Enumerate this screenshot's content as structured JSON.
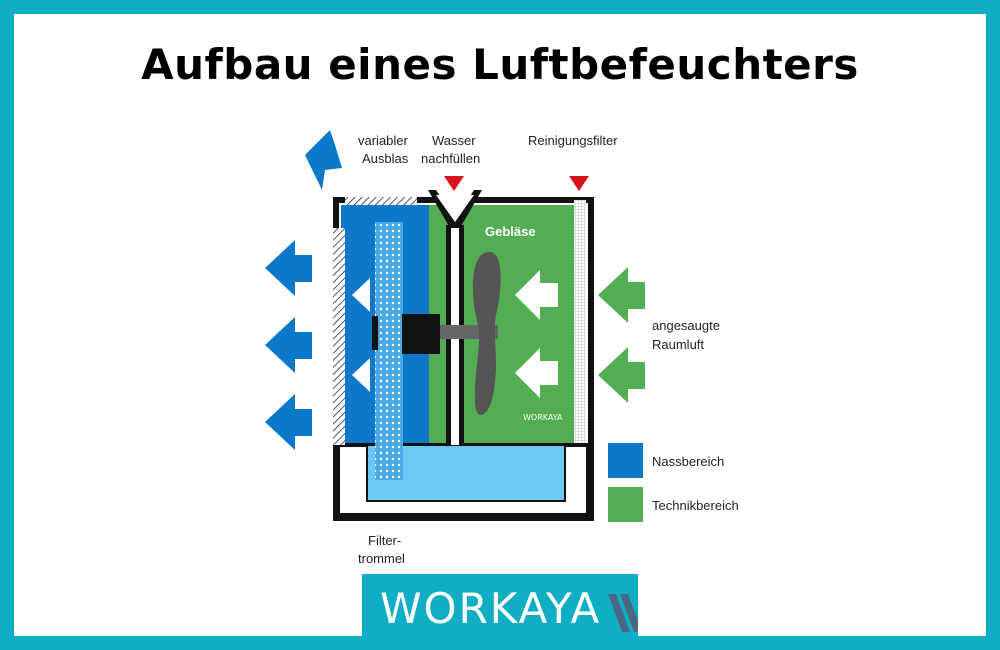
{
  "title": "Aufbau eines Luftbefeuchters",
  "labels": {
    "variabler_ausblas": [
      "variabler",
      "Ausblas"
    ],
    "wasser_nachfuellen": [
      "Wasser",
      "nachfüllen"
    ],
    "reinigungsfilter": "Reinigungsfilter",
    "geblaese": "Gebläse",
    "angesaugte_raumluft": [
      "angesaugte",
      "Raumluft"
    ],
    "filtertrommel": [
      "Filter-",
      "trommel"
    ],
    "watermark": "WORKAYA"
  },
  "legend": [
    {
      "label": "Nassbereich",
      "color": "#0b78c9"
    },
    {
      "label": "Technikbereich",
      "color": "#53ad52"
    }
  ],
  "colors": {
    "frame": "#0fadc3",
    "wet": "#0b78c9",
    "tech": "#53ad52",
    "water": "#6ec8f6",
    "marker": "#d7141b"
  },
  "logo": "WORKAYA"
}
